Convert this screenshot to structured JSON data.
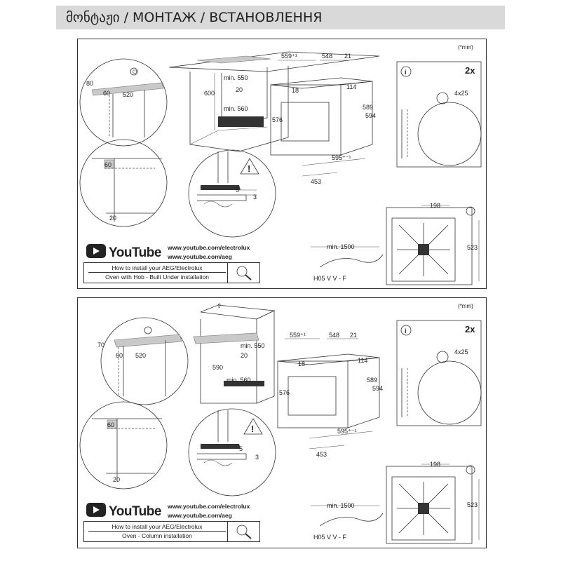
{
  "header": {
    "title": "მონტაჟი / МОНТАЖ / ВСТАНОВЛЕННЯ"
  },
  "unit_note": "(*mm)",
  "panels": [
    {
      "dims": {
        "d80": "80",
        "d60a": "60",
        "d520": "520",
        "d600": "600",
        "min550": "min. 550",
        "d20a": "20",
        "min560": "min. 560",
        "d18": "18",
        "d576": "576",
        "d559": "559⁺¹",
        "d548": "548",
        "d21": "21",
        "d114": "114",
        "d589": "589",
        "d594": "594",
        "d595": "595⁺⁻¹",
        "d453": "453",
        "d60b": "60",
        "d20b": "20",
        "d5": "5",
        "d3": "3",
        "x2": "2x",
        "screw": "4x25",
        "d198": "198",
        "d523": "523",
        "min1500": "min. 1500",
        "cable": "H05 V V - F"
      },
      "youtube": {
        "brand": "YouTube",
        "url1": "www.youtube.com/electrolux",
        "url2": "www.youtube.com/aeg",
        "caption1": "How to install your AEG/Electrolux",
        "caption2": "Oven with Hob - Built Under installation"
      }
    },
    {
      "dims": {
        "d70": "70",
        "d60a": "60",
        "d520": "520",
        "d590": "590",
        "min550": "min. 550",
        "d20a": "20",
        "min560": "min. 560",
        "d18": "18",
        "d576": "576",
        "d559": "559⁺¹",
        "d548": "548",
        "d21": "21",
        "d114": "114",
        "d589": "589",
        "d594": "594",
        "d595": "595⁺⁻¹",
        "d453": "453",
        "d60b": "60",
        "d20b": "20",
        "d5": "5",
        "d3": "3",
        "x2": "2x",
        "screw": "4x25",
        "d198": "198",
        "d523": "523",
        "min1500": "min. 1500",
        "cable": "H05 V V - F"
      },
      "youtube": {
        "brand": "YouTube",
        "url1": "www.youtube.com/electrolux",
        "url2": "www.youtube.com/aeg",
        "caption1": "How to install your AEG/Electrolux",
        "caption2": "Oven - Column installation"
      }
    }
  ]
}
